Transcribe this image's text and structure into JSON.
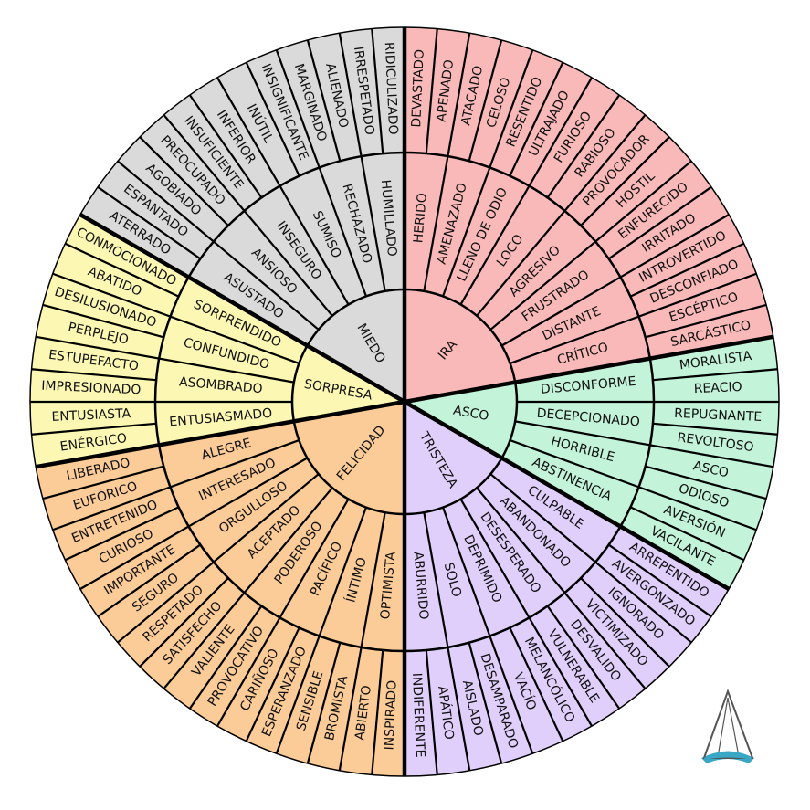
{
  "colors": {
    "IRA": "#f9b9b9",
    "ASCO": "#c3f3d9",
    "TRISTEZA": "#e0cffb",
    "FELICIDAD": "#fbcb98",
    "SORPRESA": "#fcf8b3",
    "MIEDO": "#dadada",
    "line": "#000000",
    "logo_blue": "#3aa7c4"
  },
  "wheel": [
    {
      "core": "IRA",
      "children": [
        {
          "label": "HERIDO",
          "outer": [
            "DEVASTADO",
            "APENADO"
          ]
        },
        {
          "label": "AMENAZADO",
          "outer": [
            "ATACADO",
            "CELOSO"
          ]
        },
        {
          "label": "LLENO DE ODIO",
          "outer": [
            "RESENTIDO",
            "ULTRAJADO"
          ]
        },
        {
          "label": "LOCO",
          "outer": [
            "FURIOSO",
            "RABIOSO"
          ]
        },
        {
          "label": "AGRESIVO",
          "outer": [
            "PROVOCADOR",
            "HOSTIL"
          ]
        },
        {
          "label": "FRUSTRADO",
          "outer": [
            "ENFURECIDO",
            "IRRITADO"
          ]
        },
        {
          "label": "DISTANTE",
          "outer": [
            "INTROVERTIDO",
            "DESCONFIADO"
          ]
        },
        {
          "label": "CRÍTICO",
          "outer": [
            "ESCÉPTICO",
            "SARCÁSTICO"
          ]
        }
      ]
    },
    {
      "core": "ASCO",
      "children": [
        {
          "label": "DISCONFORME",
          "outer": [
            "MORALISTA",
            "REACIO"
          ]
        },
        {
          "label": "DECEPCIONADO",
          "outer": [
            "REPUGNANTE",
            "REVOLTOSO"
          ]
        },
        {
          "label": "HORRIBLE",
          "outer": [
            "ASCO",
            "ODIOSO"
          ]
        },
        {
          "label": "ABSTINENCIA",
          "outer": [
            "AVERSIÓN",
            "VACILANTE"
          ]
        }
      ]
    },
    {
      "core": "TRISTEZA",
      "children": [
        {
          "label": "CULPABLE",
          "outer": [
            "ARREPENTIDO",
            "AVERGONZADO"
          ]
        },
        {
          "label": "ABANDONADO",
          "outer": [
            "IGNORADO",
            "VICTIMIZADO"
          ]
        },
        {
          "label": "DESESPERADO",
          "outer": [
            "DESVALIDO",
            "VULNERABLE"
          ]
        },
        {
          "label": "DEPRIMIDO",
          "outer": [
            "MELANCÓLICO",
            "VACÍO"
          ]
        },
        {
          "label": "SOLO",
          "outer": [
            "DESAMPARADO",
            "AISLADO"
          ]
        },
        {
          "label": "ABURRIDO",
          "outer": [
            "APÁTICO",
            "INDIFERENTE"
          ]
        }
      ]
    },
    {
      "core": "FELICIDAD",
      "children": [
        {
          "label": "OPTIMISTA",
          "outer": [
            "INSPIRADO",
            "ABIERTO"
          ]
        },
        {
          "label": "ÍNTIMO",
          "outer": [
            "BROMISTA",
            "SENSIBLE"
          ]
        },
        {
          "label": "PACÍFICO",
          "outer": [
            "ESPERANZADO",
            "CARIÑOSO"
          ]
        },
        {
          "label": "PODEROSO",
          "outer": [
            "PROVOCATIVO",
            "VALIENTE"
          ]
        },
        {
          "label": "ACEPTADO",
          "outer": [
            "SATISFECHO",
            "RESPETADO"
          ]
        },
        {
          "label": "ORGULLOSO",
          "outer": [
            "SEGURO",
            "IMPORTANTE"
          ]
        },
        {
          "label": "INTERESADO",
          "outer": [
            "CURIOSO",
            "ENTRETENIDO"
          ]
        },
        {
          "label": "ALEGRE",
          "outer": [
            "EUFÓRICO",
            "LIBERADO"
          ]
        }
      ]
    },
    {
      "core": "SORPRESA",
      "children": [
        {
          "label": "ENTUSIASMADO",
          "outer": [
            "ENÉRGICO",
            "ENTUSIASTA"
          ]
        },
        {
          "label": "ASOMBRADO",
          "outer": [
            "IMPRESIONADO",
            "ESTUPEFACTO"
          ]
        },
        {
          "label": "CONFUNDIDO",
          "outer": [
            "PERPLEJO",
            "DESILUSIONADO"
          ]
        },
        {
          "label": "SORPRENDIDO",
          "outer": [
            "ABATIDO",
            "CONMOCIONADO"
          ]
        }
      ]
    },
    {
      "core": "MIEDO",
      "children": [
        {
          "label": "ASUSTADO",
          "outer": [
            "ATERRADO",
            "ESPANTADO"
          ]
        },
        {
          "label": "ANSIOSO",
          "outer": [
            "AGOBIADO",
            "PREOCUPADO"
          ]
        },
        {
          "label": "INSEGURO",
          "outer": [
            "INSUFICIENTE",
            "INFERIOR"
          ]
        },
        {
          "label": "SUMISO",
          "outer": [
            "INÚTIL",
            "INSIGNIFICANTE"
          ]
        },
        {
          "label": "RECHAZADO",
          "outer": [
            "MARGINADO",
            "ALIENADO"
          ]
        },
        {
          "label": "HUMILLADO",
          "outer": [
            "IRRESPETADO",
            "RIDICULIZADO"
          ]
        }
      ]
    }
  ]
}
